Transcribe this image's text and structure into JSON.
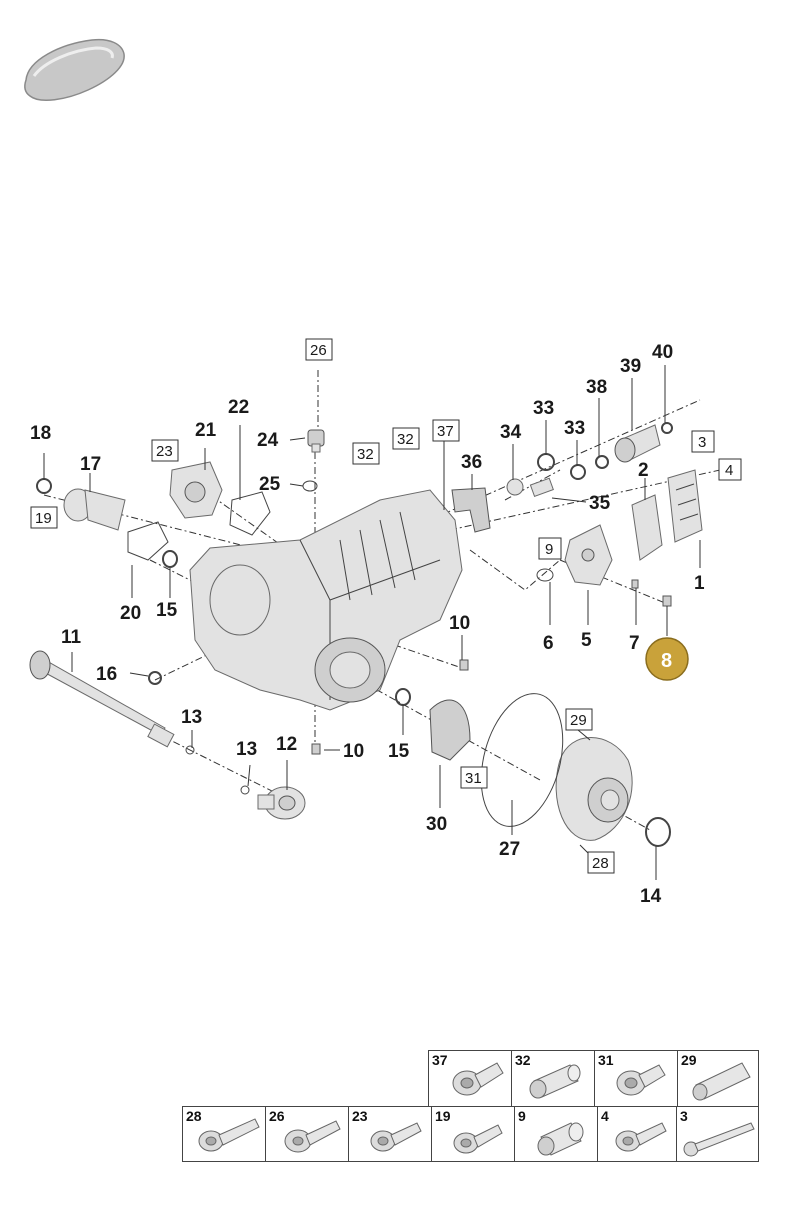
{
  "colors": {
    "highlight": "#c9a23a",
    "line": "#333333",
    "part_fill": "#e2e2e2"
  },
  "icons": {
    "car": "car-silhouette-icon"
  },
  "highlighted_part": "8",
  "labels": {
    "p1": "1",
    "p2": "2",
    "p3": "3",
    "p4": "4",
    "p5": "5",
    "p6": "6",
    "p7": "7",
    "p8": "8",
    "p9": "9",
    "p10a": "10",
    "p10b": "10",
    "p11": "11",
    "p12": "12",
    "p13a": "13",
    "p13b": "13",
    "p14": "14",
    "p15a": "15",
    "p15b": "15",
    "p16": "16",
    "p17": "17",
    "p18": "18",
    "p19": "19",
    "p20": "20",
    "p21": "21",
    "p22": "22",
    "p23": "23",
    "p24": "24",
    "p25": "25",
    "p26": "26",
    "p27": "27",
    "p28": "28",
    "p29": "29",
    "p30": "30",
    "p31": "31",
    "p32a": "32",
    "p32b": "32",
    "p33a": "33",
    "p33b": "33",
    "p34": "34",
    "p35": "35",
    "p36": "36",
    "p37": "37",
    "p38": "38",
    "p39": "39",
    "p40": "40"
  },
  "legend": {
    "top_row": [
      "37",
      "32",
      "31",
      "29"
    ],
    "bottom_row": [
      "28",
      "26",
      "23",
      "19",
      "9",
      "4",
      "3"
    ]
  }
}
